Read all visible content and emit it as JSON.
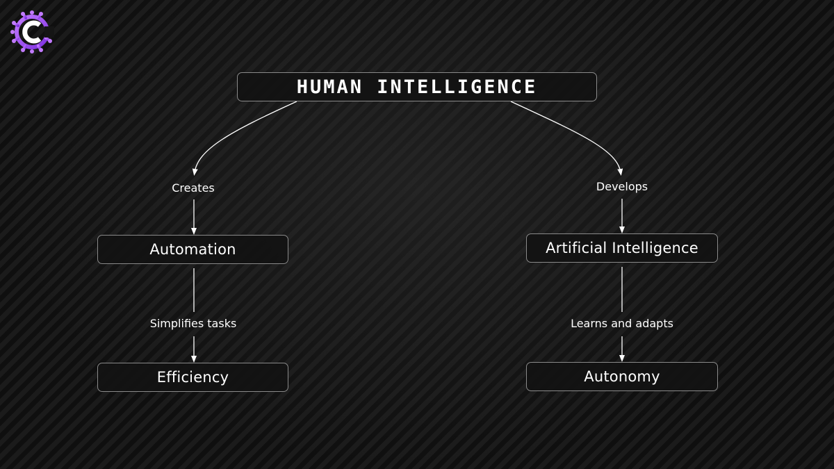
{
  "brand": {
    "logo_icon": "c-circuit-logo-icon",
    "accent_color": "#9b4dff",
    "accent_color_light": "#c27bff"
  },
  "diagram": {
    "root": "HUMAN INTELLIGENCE",
    "left_branch": {
      "edge_label_1": "Creates",
      "node_1": "Automation",
      "edge_label_2": "Simplifies tasks",
      "node_2": "Efficiency"
    },
    "right_branch": {
      "edge_label_1": "Develops",
      "node_1": "Artificial Intelligence",
      "edge_label_2": "Learns and adapts",
      "node_2": "Autonomy"
    },
    "line_color": "#ffffff",
    "border_color": "#8a8a8a"
  }
}
